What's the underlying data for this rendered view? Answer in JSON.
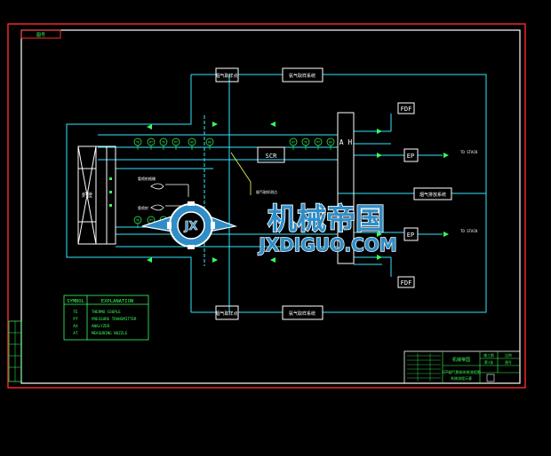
{
  "colors": {
    "background": "#000000",
    "frame": "#ff2a2a",
    "border": "#ffffff",
    "pipe": "#33e6ff",
    "box": "#ffffff",
    "text": "#ffffff",
    "instrument": "#38ff5a",
    "leader": "#ffff55",
    "watermark_text": "#2f8ec8",
    "watermark_outline": "#ffffff"
  },
  "drawing": {
    "corner_tag": "图号",
    "boxes": {
      "top_left": "烟气取样点",
      "top_right": "氨气取样系统",
      "ah": "A H",
      "scr": "SCR",
      "fdf_top": "FDF",
      "ep_top": "EP",
      "right_mid": "烟气排放系统",
      "ep_bottom": "EP",
      "fdf_bottom": "FDF",
      "bottom_left": "烟气取样点",
      "bottom_right": "氨气取样系统",
      "boiler": "炉膛"
    },
    "outlets": {
      "top": "TO STACK",
      "bottom": "TO STACK"
    },
    "notes": {
      "sampling_probe": "氨喷射格栅",
      "ammonia": "氨喷射",
      "leader_note": "烟气取样测点"
    },
    "instruments": {
      "top_row": [
        "TE",
        "PT",
        "TE",
        "PT",
        "AX",
        "AX",
        "AT",
        "TE",
        "PT",
        "AX"
      ],
      "bottom_row": [
        "TE",
        "PT",
        "AX",
        "AT"
      ]
    }
  },
  "legend": {
    "header_symbol": "SYMBOL",
    "header_explanation": "EXPLANATION",
    "rows": [
      {
        "symbol": "TE",
        "explanation": "THERMO COUPLE"
      },
      {
        "symbol": "PT",
        "explanation": "PRESSURE TRANSMITTER"
      },
      {
        "symbol": "AX",
        "explanation": "ANALYZER"
      },
      {
        "symbol": "AT",
        "explanation": "MEASURING NOZZLE"
      }
    ]
  },
  "title_block": {
    "company": "机械帝国",
    "drawing_title": "SCR烟气脱硝系统流程图",
    "sub_title": "系统流程示意",
    "stage": "施工图",
    "scale_label": "比例",
    "sheet": "第1张",
    "number": "图号"
  },
  "watermark": {
    "logo_letters": "JX",
    "chinese": "机械帝国",
    "latin": "JXDIGUO.COM"
  }
}
